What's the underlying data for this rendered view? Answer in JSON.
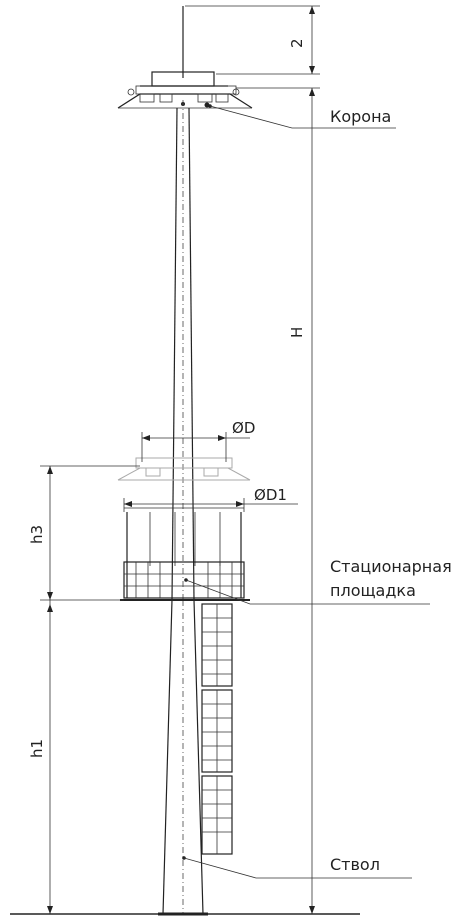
{
  "labels": {
    "corona": "Корона",
    "platform_line1": "Стационарная",
    "platform_line2": "площадка",
    "trunk": "Ствол"
  },
  "dimensions": {
    "top": "2",
    "height": "H",
    "h3": "h3",
    "h1": "h1",
    "diameter": "D",
    "diameter1": "D1",
    "diameter_symbol": "Ø"
  },
  "colors": {
    "line": "#222222",
    "ghost": "#aaaaaa",
    "background": "#ffffff"
  }
}
